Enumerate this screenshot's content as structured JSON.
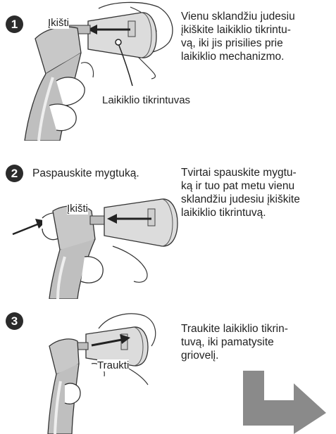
{
  "steps": [
    {
      "number": "1",
      "label_insert": "Įkišti",
      "label_part": "Laikiklio tikrintuvas",
      "description": [
        "Vienu sklandžiu judesiu",
        "įkiškite laikiklio tikrintu-",
        "vą, iki jis prisilies prie",
        "laikiklio mechanizmo."
      ]
    },
    {
      "number": "2",
      "caption": "Paspauskite mygtuką.",
      "label_insert": "Įkišti",
      "description": [
        "Tvirtai spauskite mygtu-",
        "ką ir tuo pat metu vienu",
        "sklandžiu judesiu įkiškite",
        "laikiklio tikrintuvą."
      ]
    },
    {
      "number": "3",
      "label_pull": "Traukti",
      "description": [
        "Traukite laikiklio tikrin-",
        "tuvą, iki pamatysite",
        "griovelį."
      ]
    }
  ],
  "colors": {
    "badge": "#2b2b2b",
    "arrow": "#8a8a8a"
  },
  "icons": [
    "handpiece-illustration",
    "next-arrow-icon"
  ]
}
